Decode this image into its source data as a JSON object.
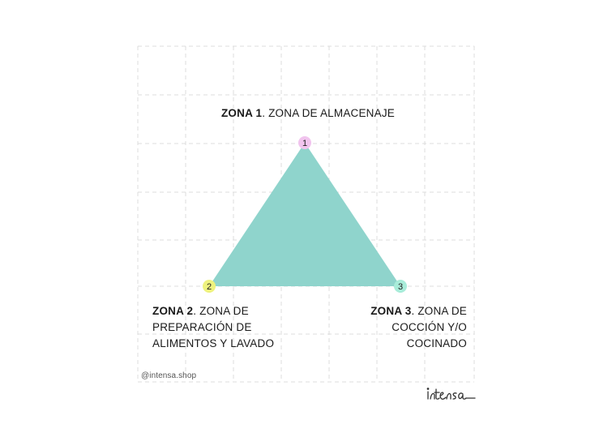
{
  "zones": [
    {
      "marker": "1",
      "bold": "ZONA 1",
      "lines": [
        ". ZONA DE ALMACENAJE"
      ],
      "color": "#f1c4ee"
    },
    {
      "marker": "2",
      "bold": "ZONA 2",
      "lines": [
        ". ZONA DE",
        "PREPARACIÓN DE",
        "ALIMENTOS Y LAVADO"
      ],
      "color": "#eef27e"
    },
    {
      "marker": "3",
      "bold": "ZONA 3",
      "lines": [
        ". ZONA DE",
        "COCCIÓN Y/O",
        "COCINADO"
      ],
      "color": "#a8ecd9"
    }
  ],
  "triangle_color": "#8fd4cc",
  "grid_color": "#dcdcdc",
  "handle": "@intensa.shop",
  "logo": "intensa"
}
